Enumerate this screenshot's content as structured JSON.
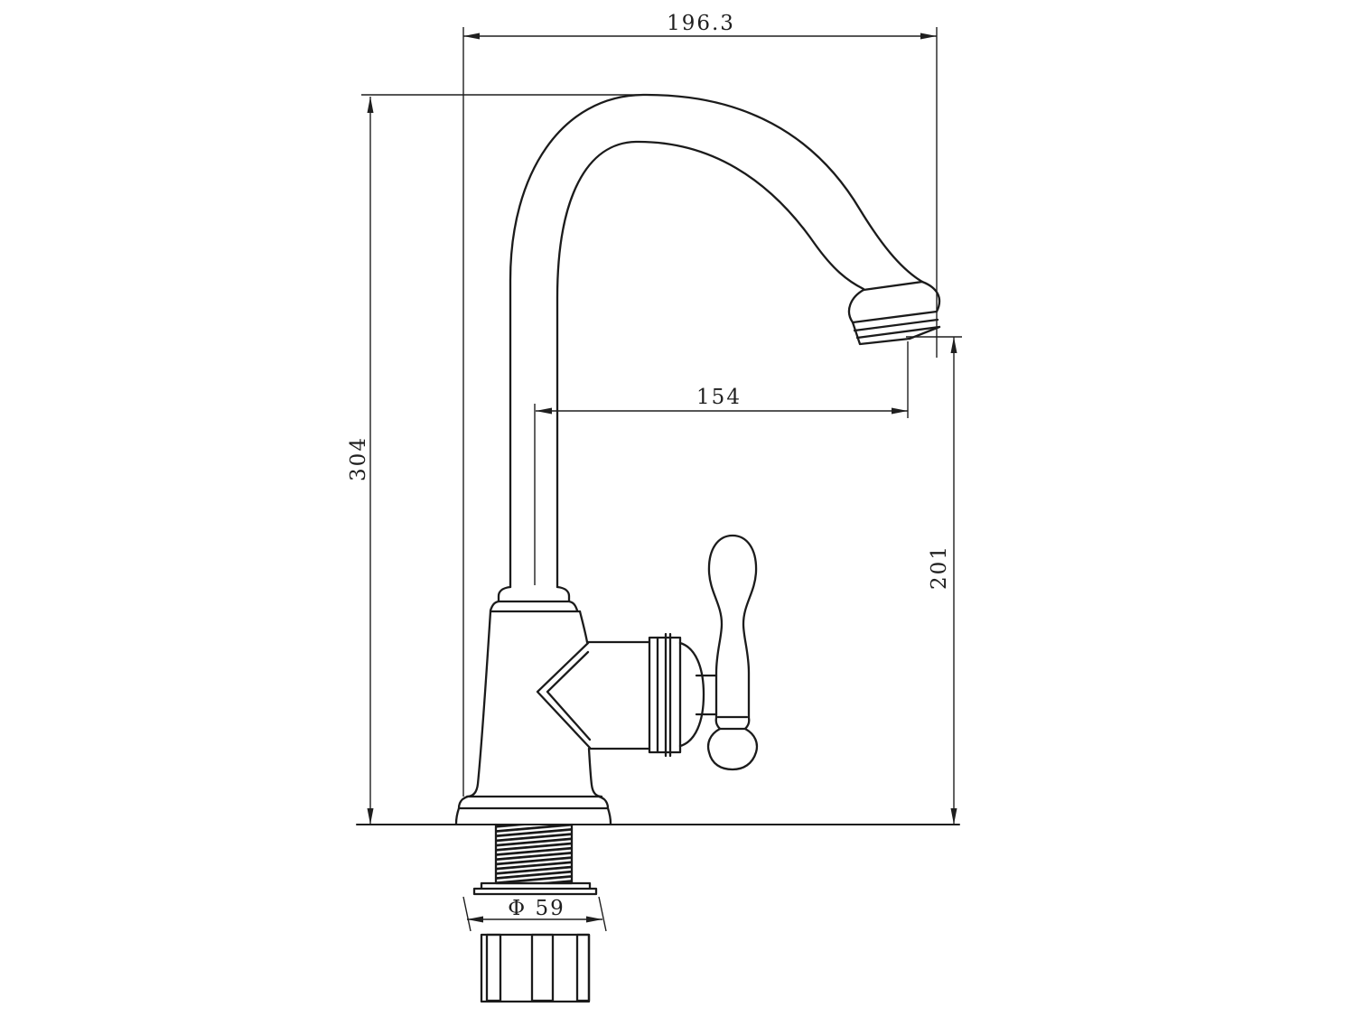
{
  "drawing_labels": {
    "overall_width": "196.3",
    "overall_height": "304",
    "spout_reach": "154",
    "outlet_height": "201",
    "base_diameter": "Φ 59"
  },
  "colors": {
    "line": "#1b1b1b",
    "dim_line": "#1f1f1f",
    "background": "#ffffff"
  }
}
